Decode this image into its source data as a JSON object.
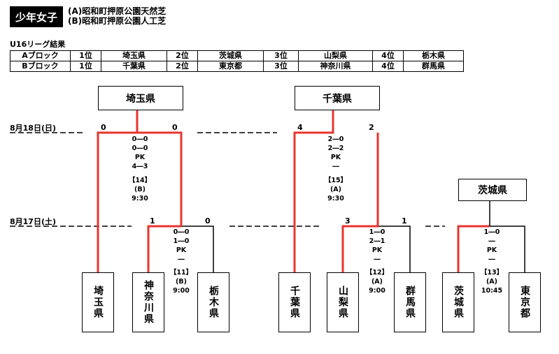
{
  "header": {
    "category": "少年女子",
    "venues": [
      "(A)昭和町押原公園天然芝",
      "(B)昭和町押原公園人工芝"
    ]
  },
  "league": {
    "title": "U16リーグ結果",
    "rows": [
      [
        "Aブロック",
        "1位",
        "埼玉県",
        "2位",
        "茨城県",
        "3位",
        "山梨県",
        "4位",
        "栃木県"
      ],
      [
        "Bブロック",
        "1位",
        "千葉県",
        "2位",
        "東京都",
        "3位",
        "神奈川県",
        "4位",
        "群馬県"
      ]
    ]
  },
  "dates": {
    "d18": "8月18日(日)",
    "d17": "8月17日(土)"
  },
  "winners": {
    "w14": "埼玉県",
    "w15": "千葉県",
    "w13": "茨城県"
  },
  "teams": [
    "埼玉県",
    "神奈川県",
    "栃木県",
    "千葉県",
    "山梨県",
    "群馬県",
    "茨城県",
    "東京都"
  ],
  "matches": {
    "m14": {
      "score_left": "0",
      "score_right": "0",
      "lines": [
        "0―0",
        "0―0",
        "PK",
        "4―3"
      ],
      "no": "【14】",
      "court": "(B)",
      "time": "9:30"
    },
    "m15": {
      "score_left": "4",
      "score_right": "2",
      "lines": [
        "2―0",
        "2―2",
        "PK",
        "―"
      ],
      "no": "【15】",
      "court": "(A)",
      "time": "9:30"
    },
    "m11": {
      "score_left": "1",
      "score_right": "0",
      "lines": [
        "0―0",
        "1―0",
        "PK",
        "―"
      ],
      "no": "【11】",
      "court": "(B)",
      "time": "9:00"
    },
    "m12": {
      "score_left": "3",
      "score_right": "1",
      "lines": [
        "1―0",
        "2―1",
        "PK",
        "―"
      ],
      "no": "【12】",
      "court": "(A)",
      "time": "9:00"
    },
    "m13": {
      "lines": [
        "1―0",
        "―",
        "PK",
        "―"
      ],
      "no": "【13】",
      "court": "(A)",
      "time": "10:45"
    }
  },
  "colors": {
    "winner_line": "#e8352f",
    "normal_line": "#000000"
  }
}
